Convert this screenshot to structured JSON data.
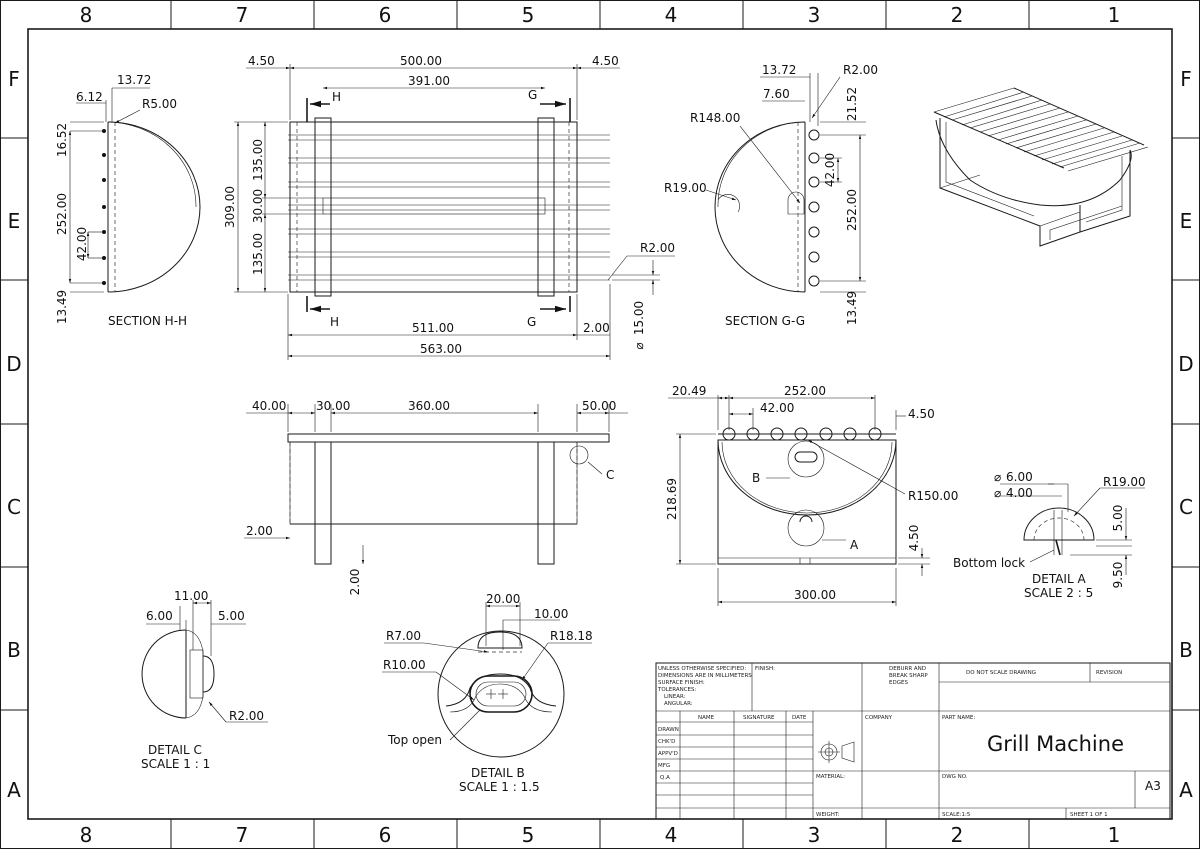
{
  "zones": {
    "columns": [
      "8",
      "7",
      "6",
      "5",
      "4",
      "3",
      "2",
      "1"
    ],
    "rows": [
      "F",
      "E",
      "D",
      "C",
      "B",
      "A"
    ]
  },
  "section_hh": {
    "label": "SECTION H-H",
    "dims": {
      "d1": "13.72",
      "d2": "6.12",
      "d3": "R5.00",
      "d4": "16.52",
      "d5": "252.00",
      "d6": "42.00",
      "d7": "13.49"
    }
  },
  "front": {
    "cut_h": "H",
    "cut_g": "G",
    "dims": {
      "top_left": "4.50",
      "top_total": "500.00",
      "top_right": "4.50",
      "inner": "391.00",
      "height": "309.00",
      "upper": "135.00",
      "mid": "30.00",
      "lower": "135.00",
      "r2": "R2.00",
      "dia": "15.00",
      "bottom_inner": "511.00",
      "bottom_right": "2.00",
      "bottom_total": "563.00"
    }
  },
  "section_gg": {
    "label": "SECTION G-G",
    "dims": {
      "d1": "13.72",
      "d2": "R2.00",
      "d3": "7.60",
      "d4": "21.52",
      "d5": "R148.00",
      "d6": "42.00",
      "d7": "R19.00",
      "d8": "252.00",
      "d9": "13.49"
    }
  },
  "top_view": {
    "detail_ref": "C",
    "dims": {
      "d1": "40.00",
      "d2": "30.00",
      "d3": "360.00",
      "d4": "50.00",
      "d5": "2.00",
      "d6": "2.00"
    }
  },
  "side_view": {
    "ref_b": "B",
    "ref_a": "A",
    "dims": {
      "d1": "20.49",
      "d2": "252.00",
      "d3": "42.00",
      "d4": "4.50",
      "d5": "218.69",
      "d6": "R150.00",
      "d7": "4.50",
      "d8": "300.00"
    }
  },
  "detail_a": {
    "title": "DETAIL A",
    "scale": "SCALE 2 : 5",
    "note": "Bottom lock",
    "dims": {
      "d1": "6.00",
      "d2": "4.00",
      "d3": "R19.00",
      "d4": "5.00",
      "d5": "9.50"
    }
  },
  "detail_b": {
    "title": "DETAIL B",
    "scale": "SCALE 1 : 1.5",
    "note": "Top open",
    "dims": {
      "d1": "20.00",
      "d2": "10.00",
      "d3": "R7.00",
      "d4": "R18.18",
      "d5": "R10.00"
    }
  },
  "detail_c": {
    "title": "DETAIL C",
    "scale": "SCALE 1 : 1",
    "dims": {
      "d1": "11.00",
      "d2": "6.00",
      "d3": "5.00",
      "d4": "R2.00"
    }
  },
  "title_block": {
    "notes": [
      "UNLESS OTHERWISE SPECIFIED:",
      "DIMENSIONS ARE IN MILLIMETERS",
      "SURFACE FINISH:",
      "TOLERANCES:",
      "LINEAR:",
      "ANGULAR:"
    ],
    "finish": "FINISH:",
    "deburr": [
      "DEBURR AND",
      "BREAK SHARP",
      "EDGES"
    ],
    "do_not_scale": "DO NOT SCALE DRAWING",
    "revision": "REVISION",
    "col_name": "NAME",
    "col_signature": "SIGNATURE",
    "col_date": "DATE",
    "rows": [
      "DRAWN",
      "CHK'D",
      "APPV'D",
      "MFG",
      "Q.A"
    ],
    "company": "COMPANY",
    "part_name_label": "PART NAME:",
    "part_name": "Grill Machine",
    "material": "MATERIAL:",
    "dwg_no": "DWG NO.",
    "size": "A3",
    "weight": "WEIGHT:",
    "scale": "SCALE:1:5",
    "sheet": "SHEET 1 OF 1"
  }
}
